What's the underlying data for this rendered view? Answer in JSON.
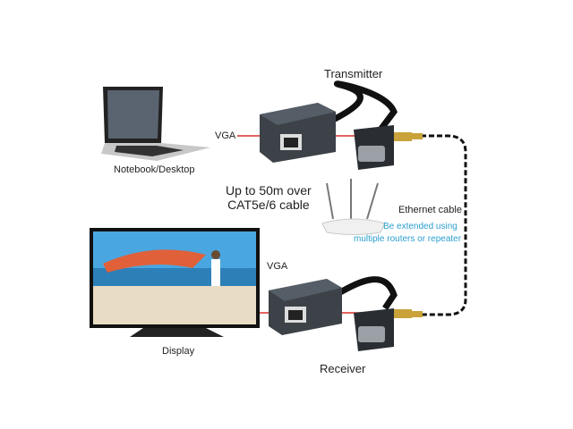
{
  "labels": {
    "transmitter": "Transmitter",
    "receiver": "Receiver",
    "vga_top": "VGA",
    "vga_bottom": "VGA",
    "notebook": "Notebook/Desktop",
    "display": "Display",
    "distance_line1": "Up to 50m over",
    "distance_line2": "CAT5e/6 cable",
    "ethernet": "Ethernet cable",
    "extend_line1": "Be extended using",
    "extend_line2": "multiple routers or repeater"
  },
  "colors": {
    "vga_line": "#d9302a",
    "note": "#2a9fd0",
    "box": "#3c4248"
  }
}
